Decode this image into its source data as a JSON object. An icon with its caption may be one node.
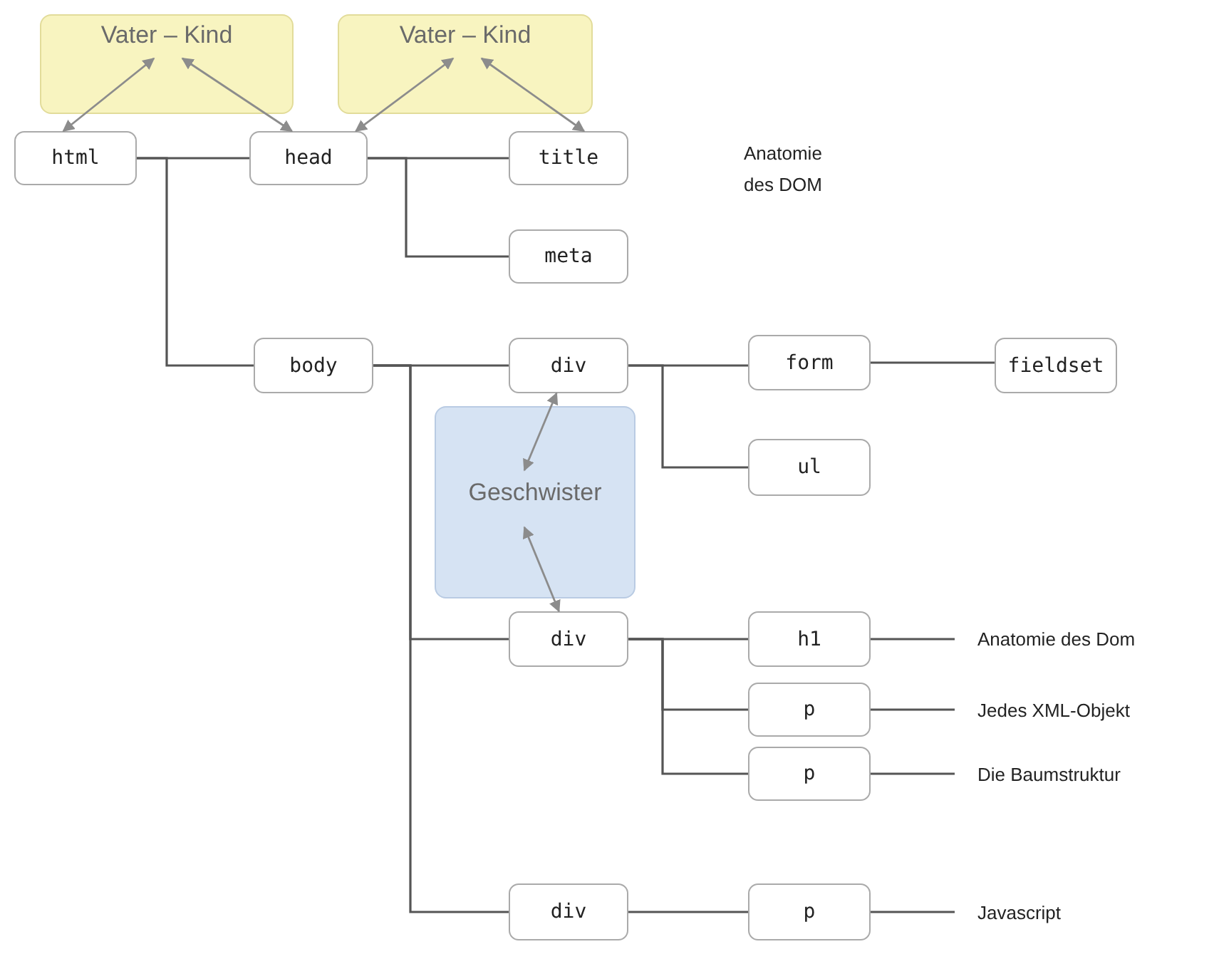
{
  "diagram": {
    "nodes": [
      {
        "text": [
          "html"
        ]
      },
      {
        "text": [
          "head"
        ]
      },
      {
        "text": [
          "title"
        ]
      },
      {
        "text": [
          "meta"
        ]
      },
      {
        "text": [
          "body"
        ]
      },
      {
        "text": [
          "div"
        ]
      },
      {
        "text": [
          "form"
        ]
      },
      {
        "text": [
          "fieldset"
        ]
      },
      {
        "text": [
          "ul"
        ]
      },
      {
        "text": [
          "div"
        ]
      },
      {
        "text": [
          "h1"
        ]
      },
      {
        "text": [
          "p"
        ]
      },
      {
        "text": [
          "p"
        ]
      },
      {
        "text": [
          "div"
        ]
      },
      {
        "text": [
          "p"
        ]
      },
      {
        "text": [
          "Anatomie des Dom"
        ]
      },
      {
        "text": [
          "Jedes XML-Objekt"
        ]
      },
      {
        "text": [
          "Die Baumstruktur"
        ]
      },
      {
        "text": [
          "Javascript"
        ]
      },
      {
        "text": [
          "Vater – Kind"
        ]
      },
      {
        "text": [
          "Vater – Kind"
        ]
      },
      {
        "text": [
          "Geschwister"
        ]
      }
    ],
    "edges": [
      {
        "from": 0,
        "to": 1,
        "arrow": "none"
      },
      {
        "from": 0,
        "to": 4,
        "arrow": "none"
      },
      {
        "from": 1,
        "to": 2,
        "arrow": "none"
      },
      {
        "from": 1,
        "to": 3,
        "arrow": "none"
      },
      {
        "from": 4,
        "to": 5,
        "arrow": "none"
      },
      {
        "from": 4,
        "to": 9,
        "arrow": "none"
      },
      {
        "from": 4,
        "to": 13,
        "arrow": "none"
      },
      {
        "from": 5,
        "to": 6,
        "arrow": "none"
      },
      {
        "from": 5,
        "to": 8,
        "arrow": "none"
      },
      {
        "from": 6,
        "to": 7,
        "arrow": "none"
      },
      {
        "from": 9,
        "to": 10,
        "arrow": "none"
      },
      {
        "from": 9,
        "to": 11,
        "arrow": "none"
      },
      {
        "from": 9,
        "to": 12,
        "arrow": "none"
      },
      {
        "from": 13,
        "to": 14,
        "arrow": "none"
      },
      {
        "from": 10,
        "to": 15,
        "arrow": "none"
      },
      {
        "from": 11,
        "to": 16,
        "arrow": "none"
      },
      {
        "from": 12,
        "to": 17,
        "arrow": "none"
      },
      {
        "from": 14,
        "to": 18,
        "arrow": "none"
      },
      {
        "from": 19,
        "to": 0,
        "arrow": "both",
        "color": "#8c8c8c"
      },
      {
        "from": 19,
        "to": 1,
        "arrow": "both",
        "color": "#8c8c8c"
      },
      {
        "from": 20,
        "to": 1,
        "arrow": "both",
        "color": "#8c8c8c"
      },
      {
        "from": 20,
        "to": 2,
        "arrow": "both",
        "color": "#8c8c8c"
      },
      {
        "from": 21,
        "to": 5,
        "arrow": "both",
        "color": "#8c8c8c"
      },
      {
        "from": 21,
        "to": 9,
        "arrow": "both",
        "color": "#8c8c8c"
      }
    ],
    "labels": [
      "Anatomie des DOM"
    ]
  }
}
